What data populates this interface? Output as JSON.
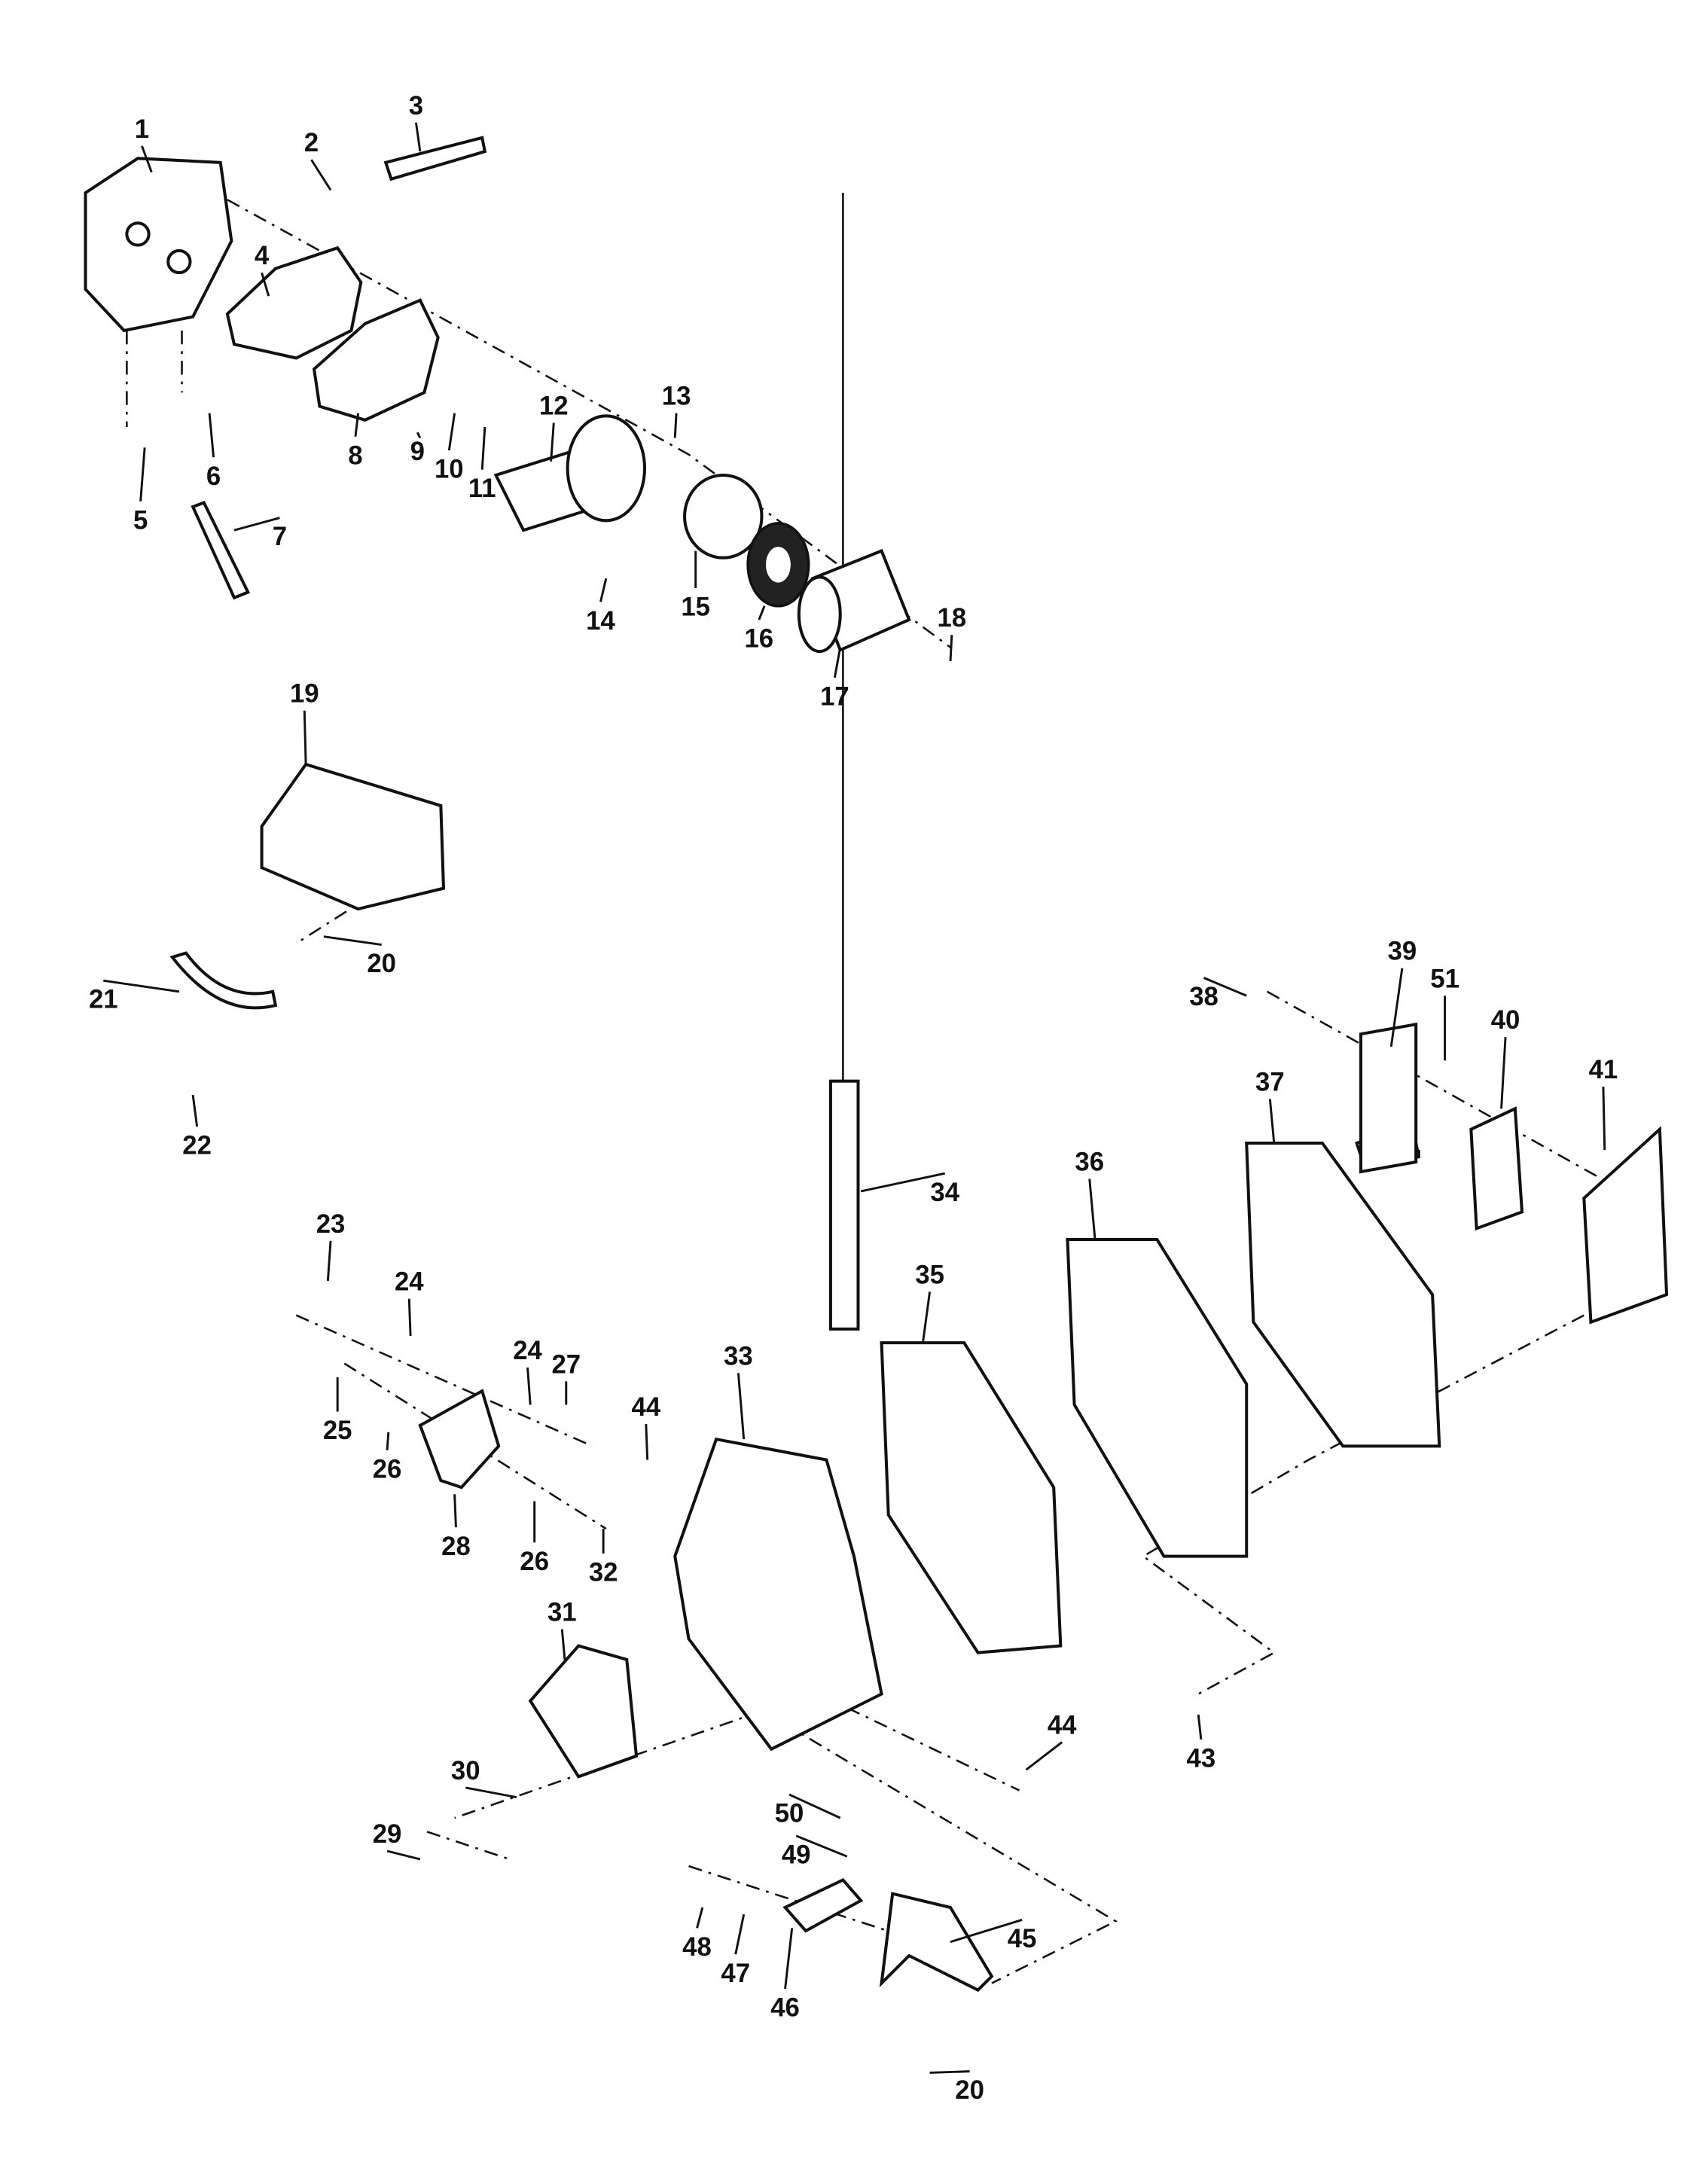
{
  "diagram": {
    "type": "exploded-parts-diagram",
    "callouts": [
      "1",
      "2",
      "3",
      "4",
      "5",
      "6",
      "7",
      "8",
      "9",
      "10",
      "11",
      "12",
      "13",
      "14",
      "15",
      "16",
      "17",
      "18",
      "19",
      "20",
      "21",
      "22",
      "23",
      "24",
      "24",
      "27",
      "25",
      "26",
      "28",
      "26",
      "32",
      "44",
      "33",
      "34",
      "35",
      "36",
      "37",
      "38",
      "39",
      "51",
      "40",
      "41",
      "31",
      "30",
      "29",
      "44",
      "43",
      "50",
      "49",
      "48",
      "47",
      "46",
      "45",
      "20"
    ]
  }
}
